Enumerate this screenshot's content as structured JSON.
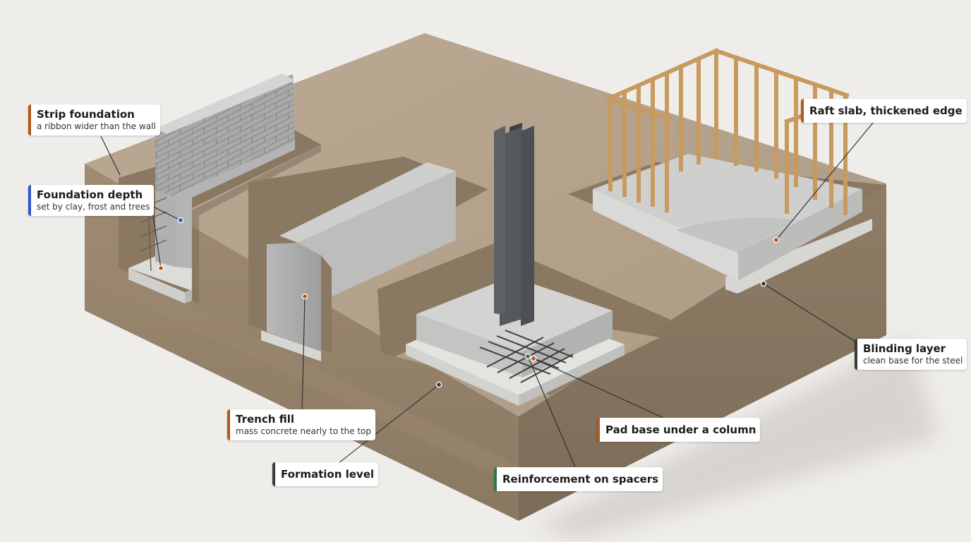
{
  "colors": {
    "orange": "#b5561a",
    "blue": "#2f55c8",
    "green": "#2a7a4a",
    "dark": "#3a3a3a",
    "ground_top": "#b6a490",
    "ground_side": "#8e7d69",
    "concrete": "#c9c9c7",
    "blinding": "#e1e1de",
    "steel": "#4a4c50",
    "timber": "#d8b27e"
  },
  "labels": {
    "strip": {
      "title": "Strip foundation",
      "sub": "a ribbon wider than the wall",
      "accent": "orange"
    },
    "depth": {
      "title": "Foundation depth",
      "sub": "set by clay, frost and trees",
      "accent": "blue"
    },
    "trench": {
      "title": "Trench fill",
      "sub": "mass concrete nearly to the top",
      "accent": "orange"
    },
    "formation": {
      "title": "Formation level",
      "accent": "dark"
    },
    "pad": {
      "title": "Pad base under a column",
      "accent": "orange"
    },
    "rebar": {
      "title": "Reinforcement on spacers",
      "accent": "green"
    },
    "raft": {
      "title": "Raft slab, thickened edge",
      "accent": "orange"
    },
    "blinding": {
      "title": "Blinding layer",
      "sub": "clean base for the steel",
      "accent": "dark"
    }
  }
}
